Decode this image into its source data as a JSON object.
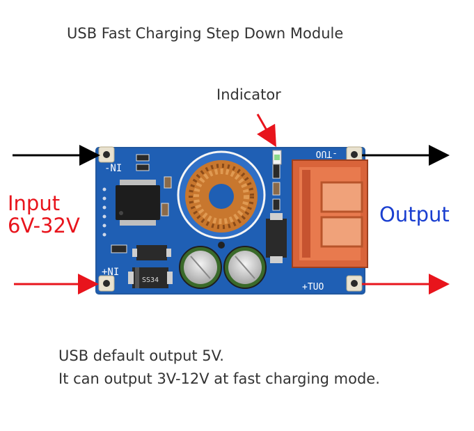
{
  "title": "USB Fast Charging Step Down Module",
  "indicator_label": "Indicator",
  "input_label": {
    "line1": "Input",
    "line2": "6V-32V"
  },
  "output_label": "Output",
  "notes": {
    "line1": "USB default output 5V.",
    "line2": "It can output 3V-12V at fast charging mode."
  },
  "pcb_silkscreen": {
    "in_minus": "-NI",
    "in_plus": "+NI",
    "out_minus": "-TUO",
    "out_plus": "+TUO",
    "diode_marking": "SS34"
  },
  "colors": {
    "pcb": "#1f5fb4",
    "arrow_red": "#e8141c",
    "arrow_black": "#000000",
    "input_text": "#e8141c",
    "output_text": "#1a3fd0",
    "copper": "#c8772e",
    "usb_orange": "#d9643a"
  }
}
